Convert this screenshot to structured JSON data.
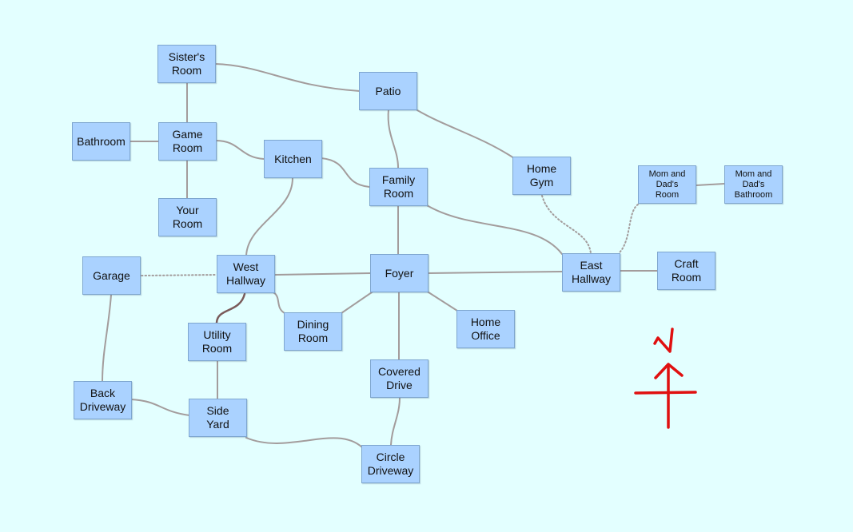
{
  "diagram": {
    "colors": {
      "background": "#e3ffff",
      "node_fill": "#aad2ff",
      "node_border": "#7ea6cf",
      "link": "#a39c9c",
      "link_highlight": "#7a5a5a",
      "compass": "#e01010"
    },
    "rooms": {
      "sisters_room": "Sister's\nRoom",
      "patio": "Patio",
      "bathroom": "Bathroom",
      "game_room": "Game\nRoom",
      "kitchen": "Kitchen",
      "family_room": "Family\nRoom",
      "home_gym": "Home\nGym",
      "moms_room": "Mom and\nDad's\nRoom",
      "moms_bathroom": "Mom and\nDad's\nBathroom",
      "your_room": "Your\nRoom",
      "garage": "Garage",
      "west_hallway": "West\nHallway",
      "foyer": "Foyer",
      "east_hallway": "East\nHallway",
      "craft_room": "Craft\nRoom",
      "utility_room": "Utility\nRoom",
      "dining_room": "Dining\nRoom",
      "home_office": "Home\nOffice",
      "covered_drive": "Covered\nDrive",
      "back_driveway": "Back\nDriveway",
      "side_yard": "Side\nYard",
      "circle_driveway": "Circle\nDriveway"
    },
    "connections": [
      {
        "from": "Sister's Room",
        "to": "Patio",
        "style": "solid"
      },
      {
        "from": "Sister's Room",
        "to": "Game Room",
        "style": "solid"
      },
      {
        "from": "Bathroom",
        "to": "Game Room",
        "style": "solid"
      },
      {
        "from": "Game Room",
        "to": "Your Room",
        "style": "solid"
      },
      {
        "from": "Game Room",
        "to": "Kitchen",
        "style": "solid"
      },
      {
        "from": "Kitchen",
        "to": "Family Room",
        "style": "solid"
      },
      {
        "from": "Kitchen",
        "to": "West Hallway",
        "style": "solid"
      },
      {
        "from": "Patio",
        "to": "Family Room",
        "style": "solid"
      },
      {
        "from": "Patio",
        "to": "Home Gym",
        "style": "solid"
      },
      {
        "from": "Home Gym",
        "to": "East Hallway",
        "style": "dotted"
      },
      {
        "from": "Mom and Dad's Room",
        "to": "East Hallway",
        "style": "dotted"
      },
      {
        "from": "Mom and Dad's Room",
        "to": "Mom and Dad's Bathroom",
        "style": "solid"
      },
      {
        "from": "Family Room",
        "to": "Foyer",
        "style": "solid"
      },
      {
        "from": "Family Room",
        "to": "East Hallway",
        "style": "solid"
      },
      {
        "from": "Garage",
        "to": "West Hallway",
        "style": "dotted"
      },
      {
        "from": "Garage",
        "to": "Back Driveway",
        "style": "solid"
      },
      {
        "from": "West Hallway",
        "to": "Foyer",
        "style": "solid"
      },
      {
        "from": "West Hallway",
        "to": "Dining Room",
        "style": "solid"
      },
      {
        "from": "West Hallway",
        "to": "Utility Room",
        "style": "highlight"
      },
      {
        "from": "Foyer",
        "to": "East Hallway",
        "style": "solid"
      },
      {
        "from": "Foyer",
        "to": "Dining Room",
        "style": "solid"
      },
      {
        "from": "Foyer",
        "to": "Home Office",
        "style": "solid"
      },
      {
        "from": "Foyer",
        "to": "Covered Drive",
        "style": "solid"
      },
      {
        "from": "East Hallway",
        "to": "Craft Room",
        "style": "solid"
      },
      {
        "from": "Utility Room",
        "to": "Side Yard",
        "style": "solid"
      },
      {
        "from": "Back Driveway",
        "to": "Side Yard",
        "style": "solid"
      },
      {
        "from": "Side Yard",
        "to": "Circle Driveway",
        "style": "solid"
      },
      {
        "from": "Covered Drive",
        "to": "Circle Driveway",
        "style": "solid"
      }
    ]
  }
}
